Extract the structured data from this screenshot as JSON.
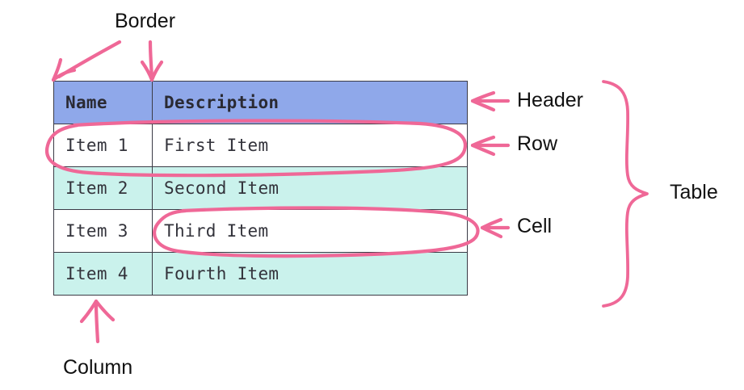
{
  "diagram": {
    "title_concept": "HTML table anatomy",
    "accent_color": "#ef6897",
    "header_color": "#8fa8ea",
    "zebra_color": "#caf2ec",
    "border_color": "#3b3b46",
    "text_color": "#33333b"
  },
  "table": {
    "columns": [
      "Name",
      "Description"
    ],
    "rows": [
      {
        "name": "Item 1",
        "description": "First Item"
      },
      {
        "name": "Item 2",
        "description": "Second Item"
      },
      {
        "name": "Item 3",
        "description": "Third Item"
      },
      {
        "name": "Item 4",
        "description": "Fourth Item"
      }
    ]
  },
  "annotations": {
    "border": "Border",
    "header": "Header",
    "row": "Row",
    "cell": "Cell",
    "table": "Table",
    "column": "Column"
  },
  "markers": {
    "border_arrow_diagonal": "arrow-down-left-icon",
    "border_arrow_vertical": "arrow-down-icon",
    "header_arrow": "arrow-left-icon",
    "row_arrow": "arrow-left-icon",
    "cell_arrow": "arrow-left-icon",
    "column_arrow": "arrow-up-icon",
    "row_highlight": "ellipse-highlight",
    "cell_highlight": "ellipse-highlight",
    "table_bracket": "curly-brace-icon"
  }
}
